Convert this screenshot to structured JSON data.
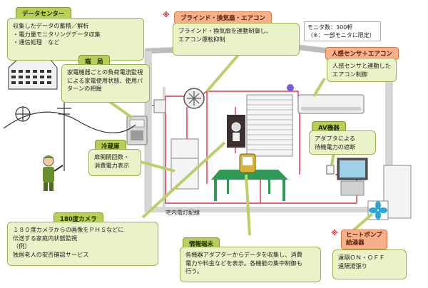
{
  "note_mark": "※",
  "data_center": {
    "title": "データセンター",
    "body": "収集したデータの蓄積／解析\n・電力量モニタリングデータ収集\n・通信処理　など"
  },
  "headend": {
    "title": "端　局",
    "body": "家電機器ごとの負荷電流監視\nによる家電使用状態、使用パ\nターンの把握"
  },
  "refrigerator": {
    "title": "冷蔵庫",
    "body": "扉開閉回数・\n消費電力表示"
  },
  "camera": {
    "title": "180度カメラ",
    "body": "１８０度カメラからの画像をＰＨＳなどに\n伝送する家庭内状態監視\n（例）\n独居老人の安否確認サービス"
  },
  "blind": {
    "title": "ブラインド・換気扇・エアコン",
    "body": "ブラインド・換気扇を連動制御し、\nエアコン運転抑制"
  },
  "monitor": {
    "line1": "モニタ数：300軒",
    "line2": "（※：一部モニタに限定）"
  },
  "motion": {
    "title": "人感センサ＋エアコン",
    "body": "人感センサと連動した\nエアコン制御"
  },
  "av": {
    "title": "AV機器",
    "body": "アダプタによる\n待機電力の遮断"
  },
  "terminal": {
    "title": "情報端末",
    "body": "各機器アダプターからデータを収集し、消費\n電力や料金などを表示。各機能の集中制御も\n行う。"
  },
  "heatpump": {
    "title": "ヒートポンプ\n給湯器",
    "body": "遠隔ＯＮ・ＯＦＦ\n遠隔湯張り"
  },
  "wiring_label": "宅内電灯配線",
  "colors": {
    "callout_fill": "#eaf3c8",
    "tab_green": "#b7cf56",
    "tab_orange": "#f6b08a",
    "wiring": "#e0304a",
    "house_wall": "#dcdcdc",
    "table": "#2e9a56"
  }
}
